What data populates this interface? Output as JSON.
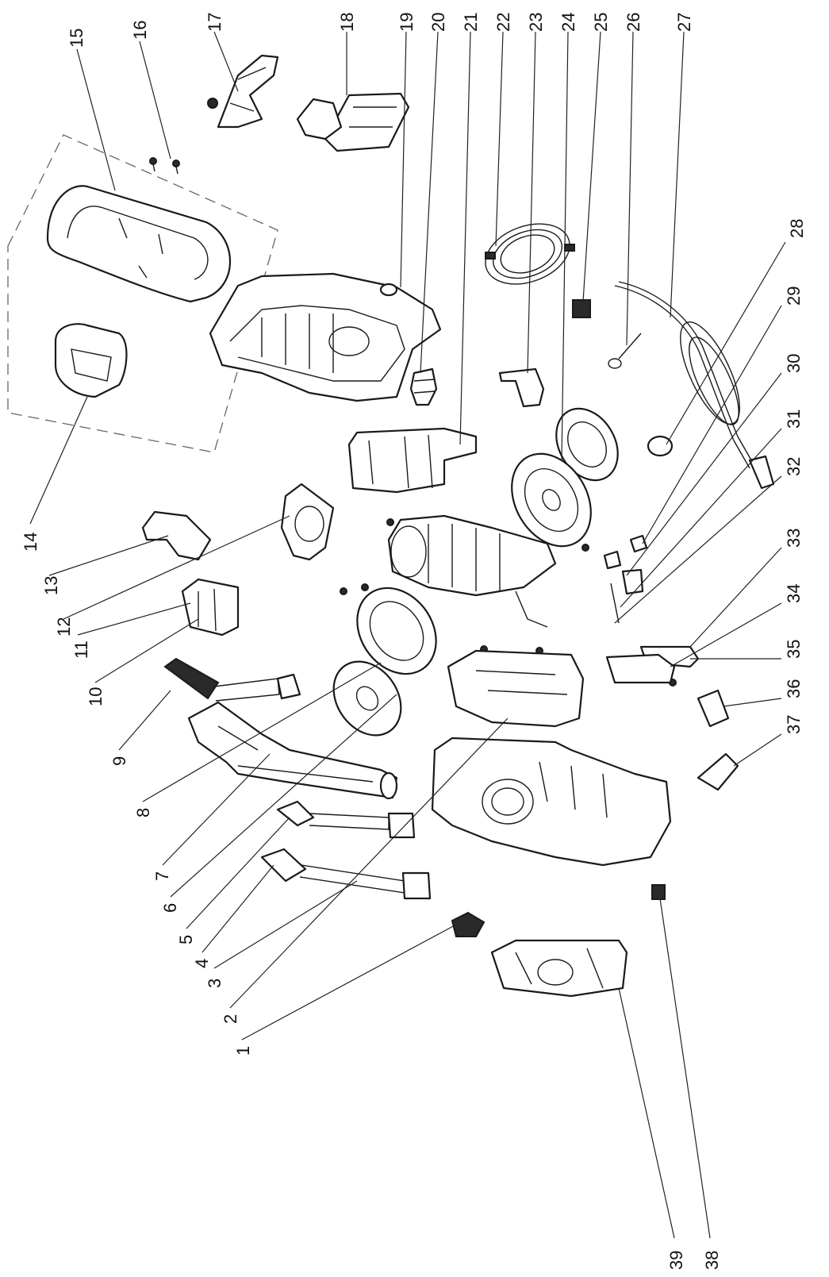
{
  "diagram": {
    "callouts": [
      {
        "id": "1",
        "text": "1"
      },
      {
        "id": "2",
        "text": "2"
      },
      {
        "id": "3",
        "text": "3"
      },
      {
        "id": "4",
        "text": "4"
      },
      {
        "id": "5",
        "text": "5"
      },
      {
        "id": "6",
        "text": "6"
      },
      {
        "id": "7",
        "text": "7"
      },
      {
        "id": "8",
        "text": "8"
      },
      {
        "id": "9",
        "text": "9"
      },
      {
        "id": "10",
        "text": "10"
      },
      {
        "id": "11",
        "text": "11"
      },
      {
        "id": "12",
        "text": "12"
      },
      {
        "id": "13",
        "text": "13"
      },
      {
        "id": "14",
        "text": "14"
      },
      {
        "id": "15",
        "text": "15"
      },
      {
        "id": "16",
        "text": "16"
      },
      {
        "id": "17",
        "text": "17"
      },
      {
        "id": "18",
        "text": "18"
      },
      {
        "id": "19",
        "text": "19"
      },
      {
        "id": "20",
        "text": "20"
      },
      {
        "id": "21",
        "text": "21"
      },
      {
        "id": "22",
        "text": "22"
      },
      {
        "id": "23",
        "text": "23"
      },
      {
        "id": "24",
        "text": "24"
      },
      {
        "id": "25",
        "text": "25"
      },
      {
        "id": "26",
        "text": "26"
      },
      {
        "id": "27",
        "text": "27"
      },
      {
        "id": "28",
        "text": "28"
      },
      {
        "id": "29",
        "text": "29"
      },
      {
        "id": "30",
        "text": "30"
      },
      {
        "id": "31",
        "text": "31"
      },
      {
        "id": "32",
        "text": "32"
      },
      {
        "id": "33",
        "text": "33"
      },
      {
        "id": "34",
        "text": "34"
      },
      {
        "id": "35",
        "text": "35"
      },
      {
        "id": "36",
        "text": "36"
      },
      {
        "id": "37",
        "text": "37"
      },
      {
        "id": "38",
        "text": "38"
      },
      {
        "id": "39",
        "text": "39"
      }
    ]
  }
}
